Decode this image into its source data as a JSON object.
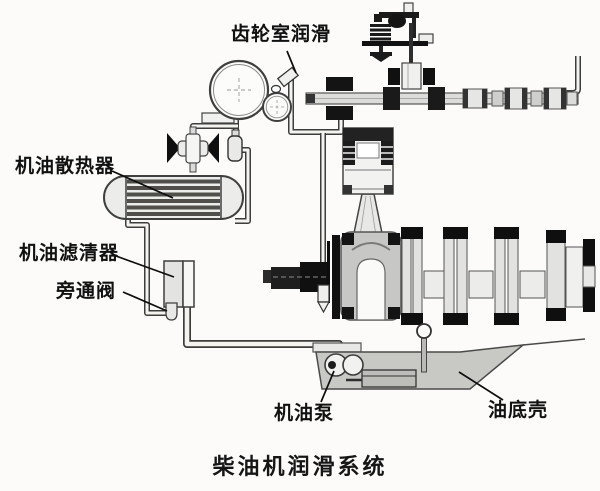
{
  "figure": {
    "title": "柴油机润滑系统"
  },
  "labels": {
    "gear_chamber": "齿轮室润滑",
    "oil_cooler": "机油散热器",
    "oil_filter": "机油滤清器",
    "bypass_valve": "旁通阀",
    "oil_pump": "机油泵",
    "oil_pan": "油底壳"
  },
  "colors": {
    "ink": "#1a1a1a",
    "pipe_outline": "#3d3d3b",
    "pan_fill": "#c8c8c4",
    "metal_light": "#ececea",
    "background": "#fcfbf9"
  }
}
